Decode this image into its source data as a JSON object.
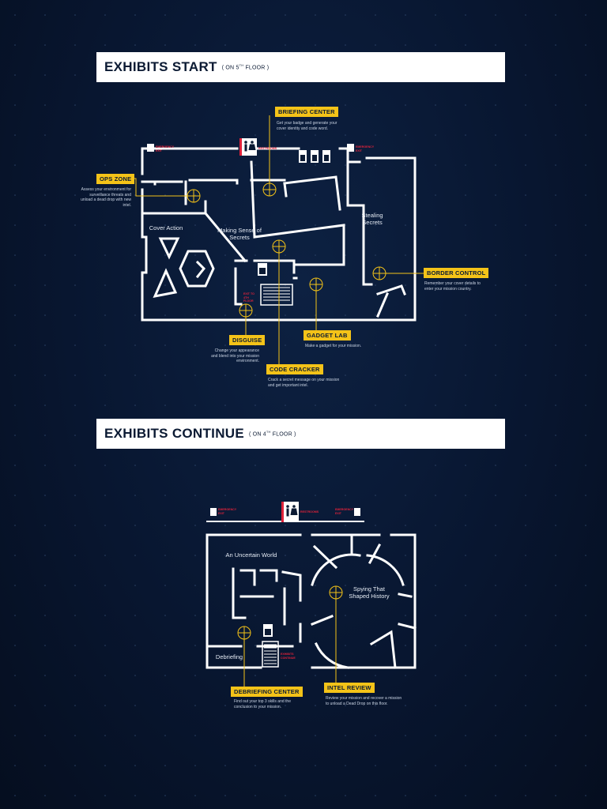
{
  "fifth_floor": {
    "title": "EXHIBITS START",
    "subtitle_pre": "( ON 5",
    "subtitle_sup": "TH",
    "subtitle_post": " FLOOR )",
    "labels": {
      "briefing_center": "BRIEFING CENTER",
      "briefing_center_desc": "Get your badge and generate your cover identity and code word.",
      "ops_zone": "OPS ZONE",
      "ops_zone_desc": "Assess your environment for surveillance threats and unload a dead drop with new intel.",
      "border_control": "BORDER CONTROL",
      "border_control_desc": "Remember your cover details to enter your mission country.",
      "disguise": "DISGUISE",
      "disguise_desc": "Change your appearance and blend into your mission environment.",
      "gadget_lab": "GADGET LAB",
      "gadget_lab_desc": "Make a gadget for your mission.",
      "code_cracker": "CODE CRACKER",
      "code_cracker_desc": "Crack a secret message on your mission and get important intel."
    },
    "rooms": {
      "cover_action": "Cover Action",
      "making_sense": "Making Sense of Secrets",
      "stealing_secrets": "Stealing Secrets"
    },
    "map_text": {
      "emergency_exit_1": "EMERGENCY EXIT",
      "restrooms": "RESTROOMS",
      "emergency_exit_2": "EMERGENCY EXIT",
      "exit_to_4th": "EXIT TO 4TH FLOOR"
    }
  },
  "fourth_floor": {
    "title": "EXHIBITS CONTINUE",
    "subtitle_pre": "( ON 4",
    "subtitle_sup": "TH",
    "subtitle_post": " FLOOR )",
    "labels": {
      "debriefing_center": "DEBRIEFING CENTER",
      "debriefing_center_desc": "Find out your top 3 skills and the conclusion to your mission.",
      "intel_review": "INTEL REVIEW",
      "intel_review_desc": "Review your mission and recover a mission to unload a Dead Drop on this floor."
    },
    "rooms": {
      "uncertain_world": "An Uncertain World",
      "spying": "Spying That Shaped History",
      "debriefing": "Debriefing"
    },
    "map_text": {
      "emergency_exit_1": "EMERGENCY EXIT",
      "restrooms": "RESTROOMS",
      "emergency_exit_2": "EMERGENCY EXIT",
      "exhibits_continue": "EXHIBITS CONTINUE"
    }
  },
  "colors": {
    "background": "#081630",
    "walls": "#ffffff",
    "callout": "#f4c318",
    "exit_red": "#e0223a"
  },
  "icons": [
    "restroom-icon",
    "elevator-icon",
    "emergency-exit-icon",
    "target-icon",
    "stairs-icon"
  ]
}
